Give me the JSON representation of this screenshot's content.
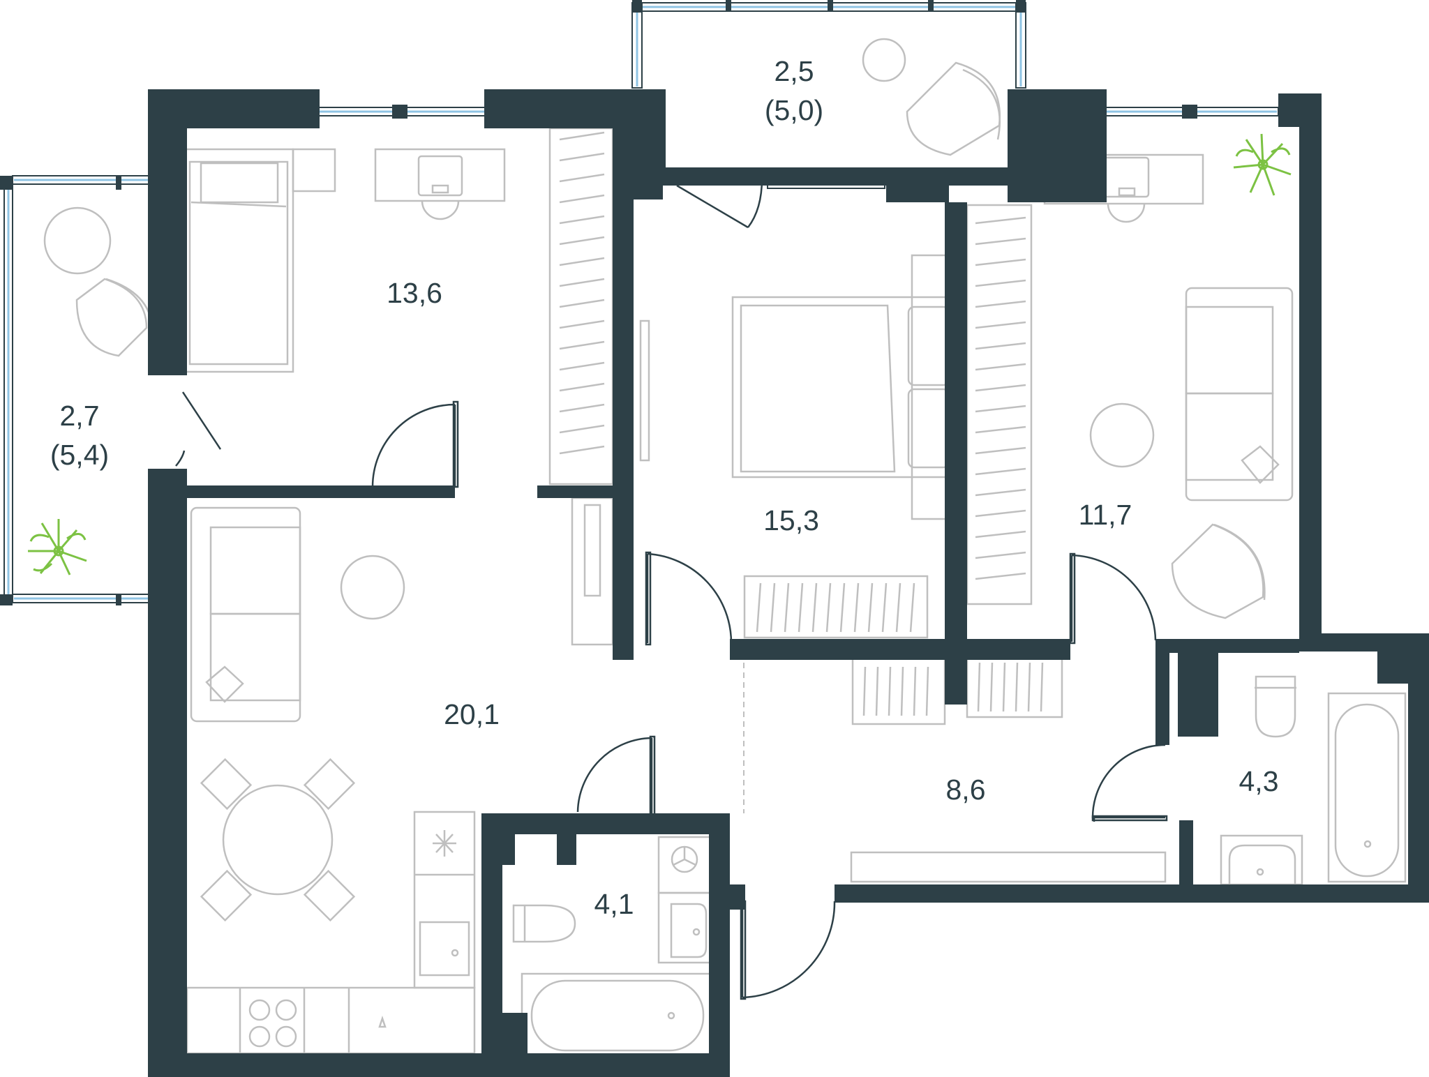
{
  "colors": {
    "wall": "#2d4047",
    "furniture": "#bfbfbf",
    "window_glass": "#8fc4e4",
    "plant": "#7cc243",
    "background": "#ffffff"
  },
  "rooms": [
    {
      "id": "balcony-top",
      "area": "2,5",
      "area_secondary": "(5,0)"
    },
    {
      "id": "bedroom-left",
      "area": "13,6"
    },
    {
      "id": "bedroom-center",
      "area": "15,3"
    },
    {
      "id": "bedroom-right",
      "area": "11,7"
    },
    {
      "id": "balcony-left",
      "area": "2,7",
      "area_secondary": "(5,4)"
    },
    {
      "id": "living-kitchen",
      "area": "20,1"
    },
    {
      "id": "hallway",
      "area": "8,6"
    },
    {
      "id": "bathroom-small",
      "area": "4,1"
    },
    {
      "id": "bathroom-right",
      "area": "4,3"
    }
  ],
  "icons": [
    "plant-icon",
    "bed-icon",
    "desk-icon",
    "chair-icon",
    "sofa-icon",
    "table-icon",
    "bathtub-icon",
    "toilet-icon",
    "sink-icon",
    "stove-icon",
    "wardrobe-icon"
  ]
}
